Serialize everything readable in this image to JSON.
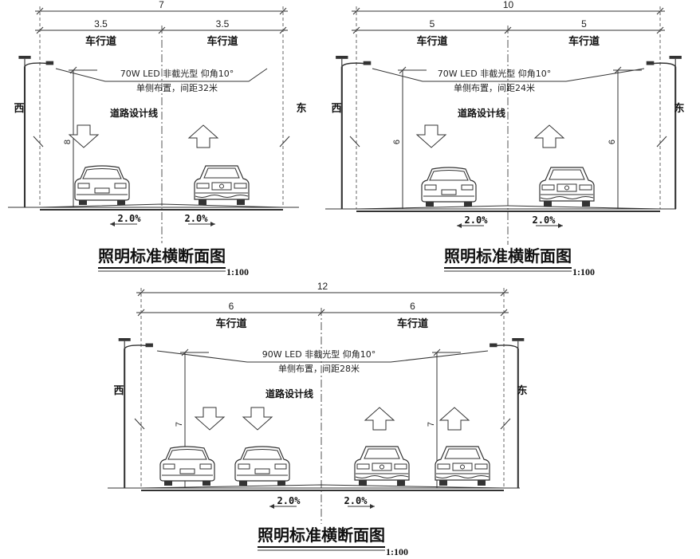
{
  "panels": [
    {
      "total_width": "7",
      "lane_widths": [
        "3.5",
        "3.5"
      ],
      "lane_label": "车行道",
      "lamp_note_1": "70W LED  非截光型  仰角10°",
      "lamp_note_2": "单侧布置，间距32米",
      "center_line_label": "道路设计线",
      "west_label": "西",
      "east_label": "东",
      "pole_heights": [
        "8"
      ],
      "slope_left": "2.0%",
      "slope_right": "2.0%",
      "title": "照明标准横断面图",
      "scale": "1:100"
    },
    {
      "total_width": "10",
      "lane_widths": [
        "5",
        "5"
      ],
      "lane_label": "车行道",
      "lamp_note_1": "70W LED  非截光型  仰角10°",
      "lamp_note_2": "单侧布置，间距24米",
      "center_line_label": "道路设计线",
      "west_label": "西",
      "east_label": "东",
      "pole_heights": [
        "6",
        "6"
      ],
      "slope_left": "2.0%",
      "slope_right": "2.0%",
      "title": "照明标准横断面图",
      "scale": "1:100"
    },
    {
      "total_width": "12",
      "lane_widths": [
        "6",
        "6"
      ],
      "lane_label": "车行道",
      "lamp_note_1": "90W LED  非截光型  仰角10°",
      "lamp_note_2": "单侧布置，间距28米",
      "center_line_label": "道路设计线",
      "west_label": "西",
      "east_label": "东",
      "pole_heights": [
        "7",
        "7"
      ],
      "slope_left": "2.0%",
      "slope_right": "2.0%",
      "title": "照明标准横断面图",
      "scale": "1:100"
    }
  ]
}
